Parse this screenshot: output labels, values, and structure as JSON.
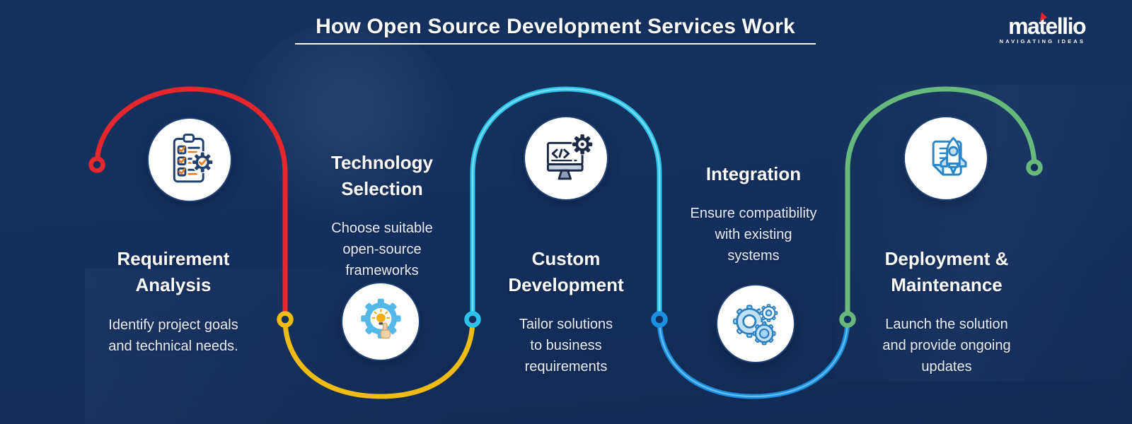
{
  "title": {
    "text": "How Open Source Development Services Work"
  },
  "logo": {
    "name": "matellio",
    "tagline": "NAVIGATING IDEAS"
  },
  "steps": [
    {
      "title": "Requirement\nAnalysis",
      "description": "Identify project goals\nand technical needs.",
      "icon": "clipboard-checklist-gear-icon",
      "color": "#e8262d"
    },
    {
      "title": "Technology\nSelection",
      "description": "Choose suitable\nopen-source\nframeworks",
      "icon": "gear-lightbulb-hand-icon",
      "color": "#efbc13"
    },
    {
      "title": "Custom\nDevelopment",
      "description": "Tailor solutions\nto business\nrequirements",
      "icon": "monitor-code-gear-icon",
      "color": "#2cc3ea"
    },
    {
      "title": "Integration",
      "description": "Ensure compatibility\nwith existing\nsystems",
      "icon": "integration-gears-icon",
      "color": "#1b8fe0"
    },
    {
      "title": "Deployment &\nMaintenance",
      "description": "Launch the solution\nand provide ongoing\nupdates",
      "icon": "document-rocket-icon",
      "color": "#67b97c"
    }
  ],
  "colors": {
    "background": "#132f5b",
    "red": "#e8262d",
    "yellow": "#efbc13",
    "cyan": "#2cc3ea",
    "cyan_highlight": "#8ae0f6",
    "blue": "#1b8fe0",
    "blue_highlight": "#79c9f2",
    "green": "#67b97c",
    "text": "#ffffff"
  }
}
